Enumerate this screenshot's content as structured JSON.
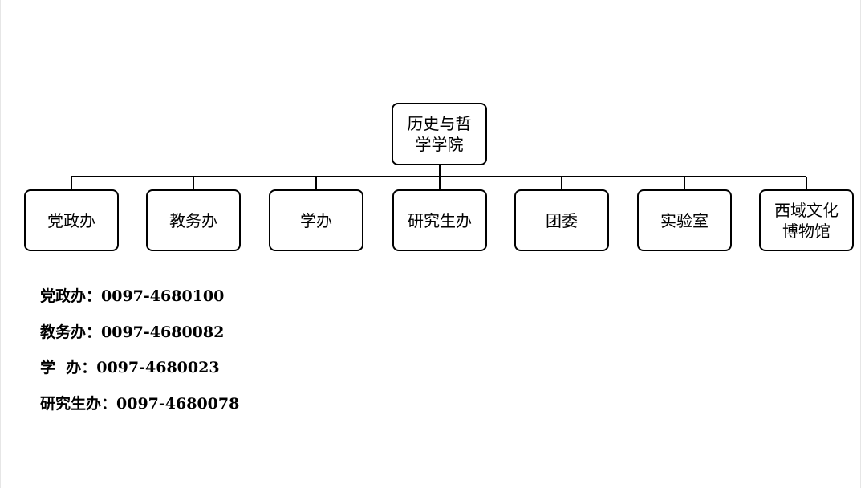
{
  "org_chart": {
    "root": {
      "label": "历史与哲\n学学院"
    },
    "children": [
      {
        "label": "党政办"
      },
      {
        "label": "教务办"
      },
      {
        "label": "学办"
      },
      {
        "label": "研究生办"
      },
      {
        "label": "团委"
      },
      {
        "label": "实验室"
      },
      {
        "label": "西域文化\n博物馆"
      }
    ]
  },
  "contacts": [
    {
      "label": "党政办：",
      "phone": "0097-4680100"
    },
    {
      "label": "教务办：",
      "phone": "0097-4680082"
    },
    {
      "label": "学  办：",
      "phone": "0097-4680023"
    },
    {
      "label": "研究生办：",
      "phone": "0097-4680078"
    }
  ]
}
